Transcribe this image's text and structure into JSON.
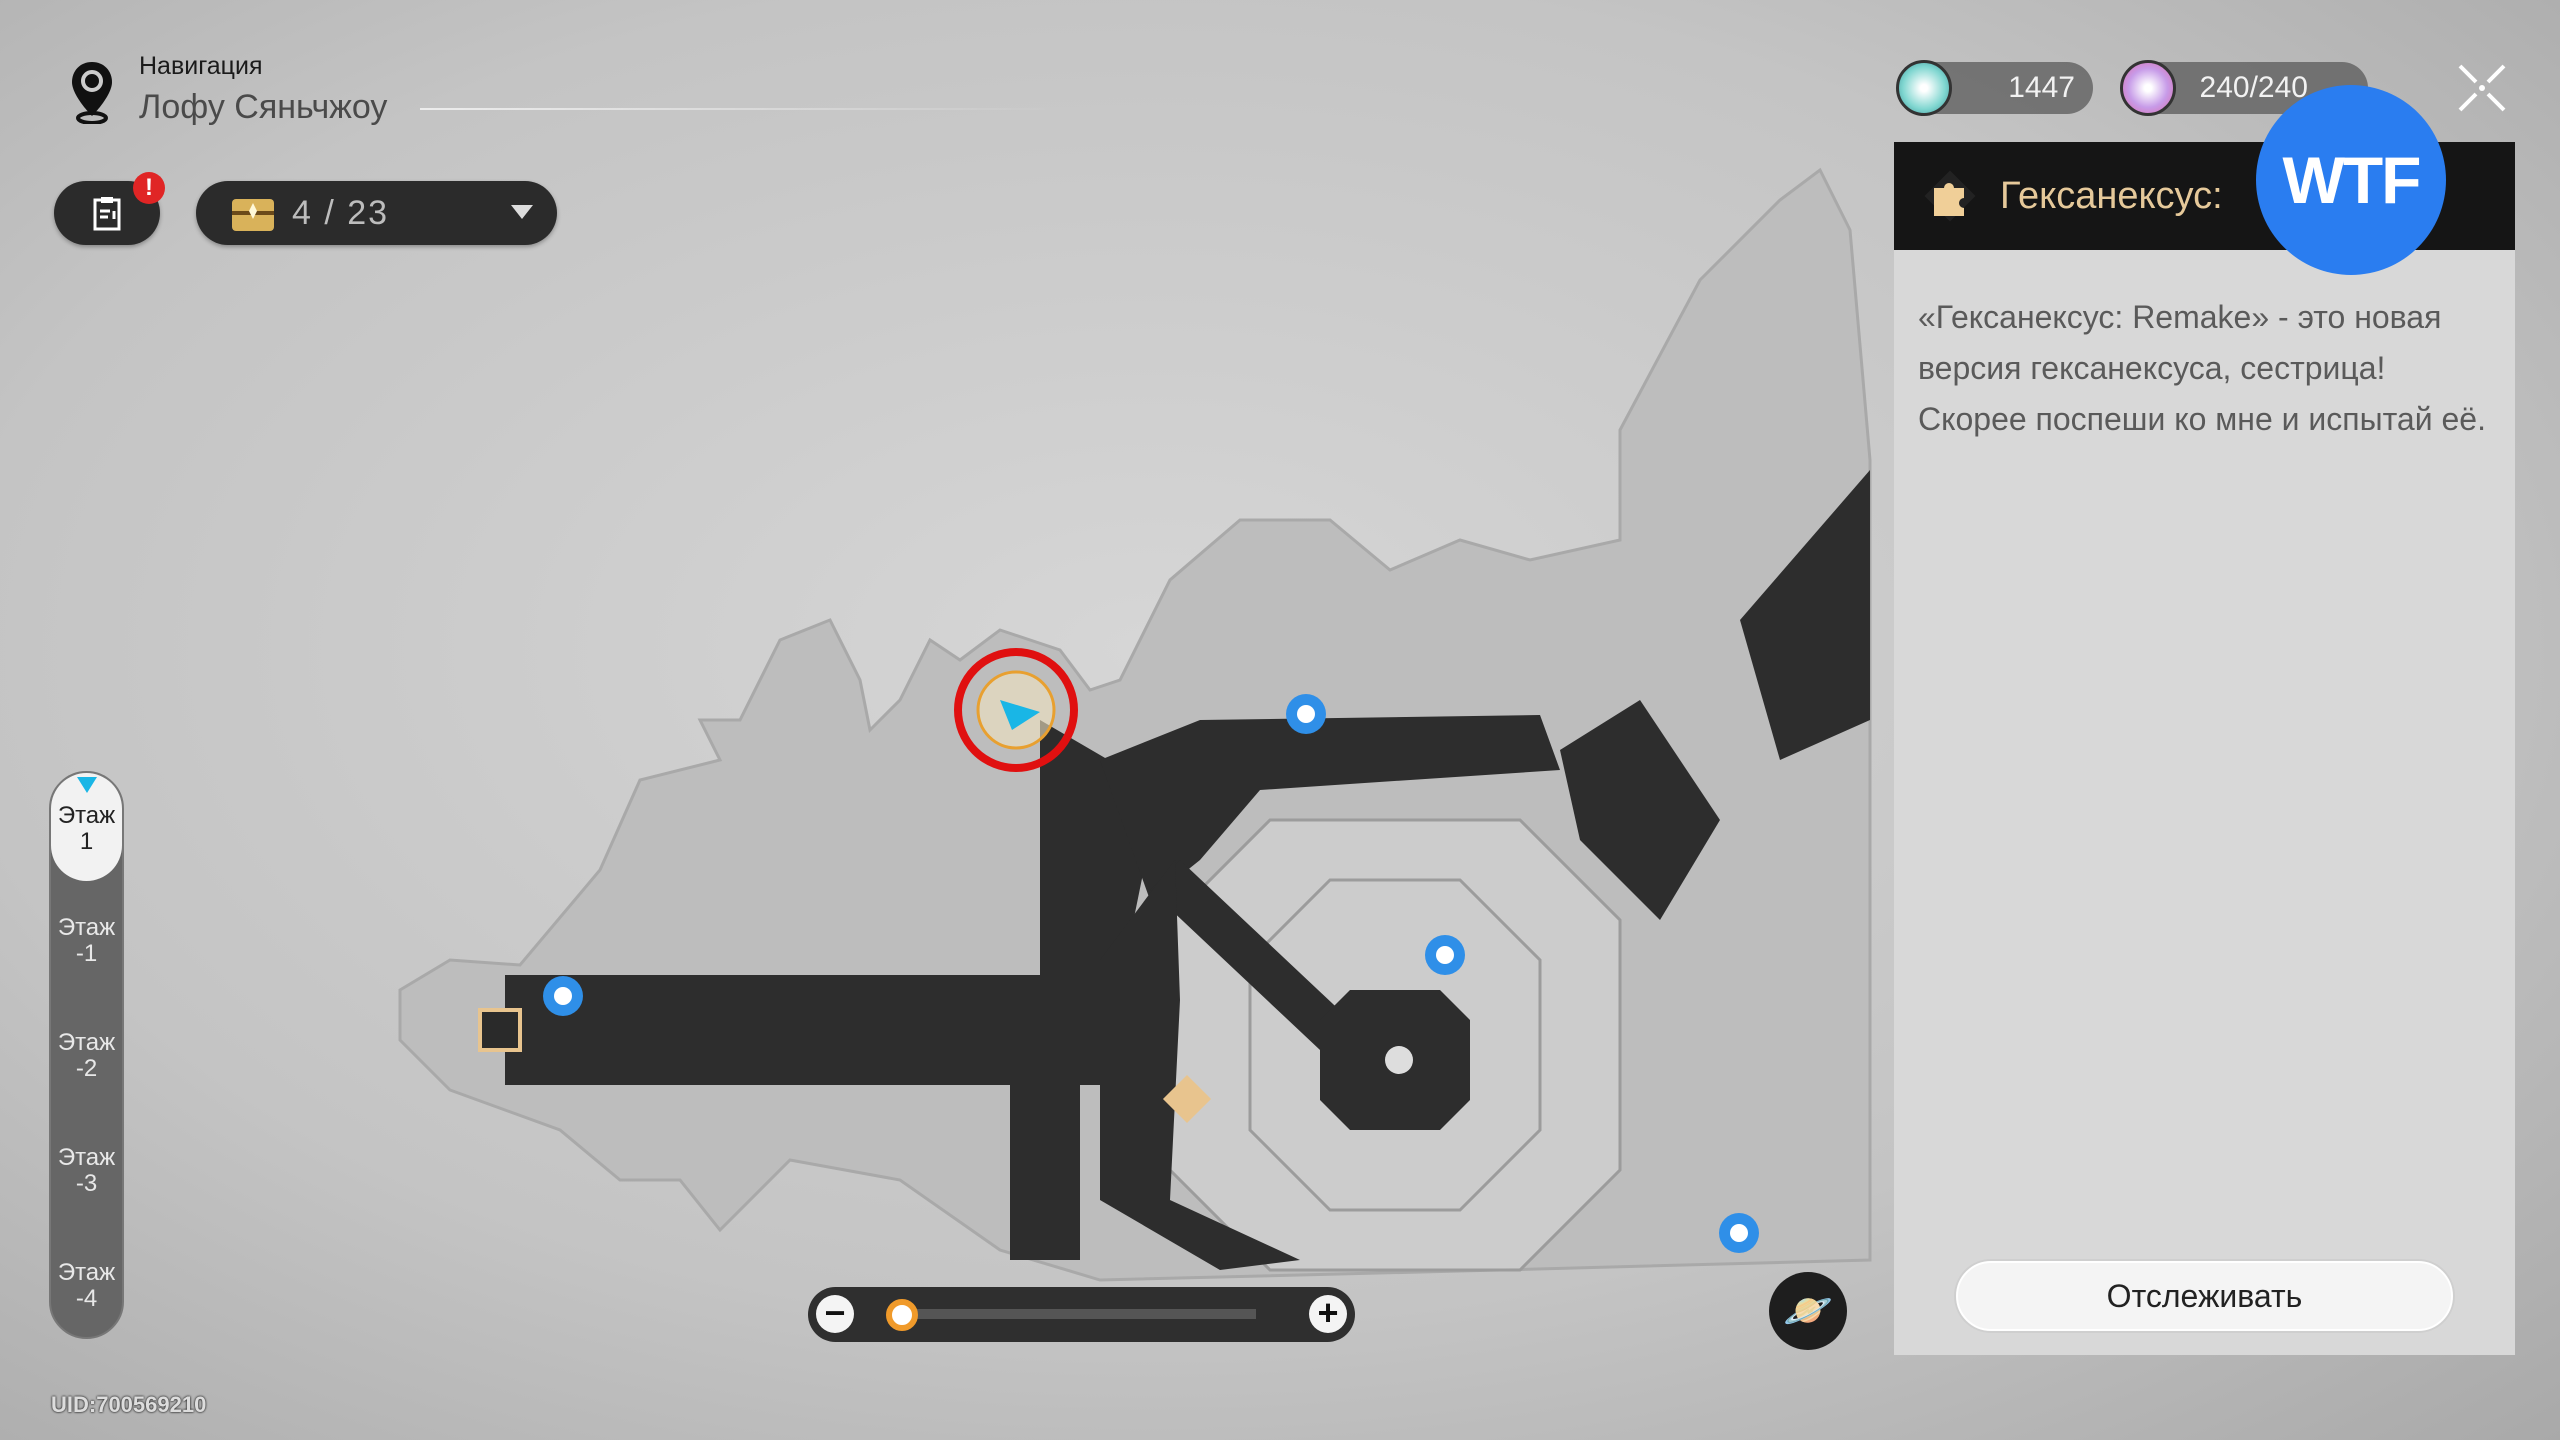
{
  "header": {
    "nav_label": "Навигация",
    "location": "Лофу Сяньчжоу"
  },
  "toolbar": {
    "chest_count": "4 / 23",
    "alert_badge": "!"
  },
  "currencies": [
    {
      "icon": "stellar-jade-icon",
      "value": "1447"
    },
    {
      "icon": "trailblaze-power-icon",
      "value": "240/240"
    }
  ],
  "panel": {
    "title": "Гексанексус:",
    "description": "«Гексанексус: Remake» - это новая версия гексанексуса, сестрица! Скорее поспеши ко мне и испытай её.",
    "track_label": "Отслеживать"
  },
  "overlay": {
    "stamp": "WTF",
    "color": "#2a7df0"
  },
  "floors": [
    {
      "label": "Этаж",
      "num": "1",
      "active": true
    },
    {
      "label": "Этаж",
      "num": "-1"
    },
    {
      "label": "Этаж",
      "num": "-2"
    },
    {
      "label": "Этаж",
      "num": "-3"
    },
    {
      "label": "Этаж",
      "num": "-4"
    }
  ],
  "zoom": {
    "minus": "−",
    "plus": "+",
    "level": 0.05
  },
  "uid": "UID:700569210",
  "colors": {
    "accent": "#f09a2a",
    "highlight": "#e02525",
    "teleport": "#2f8fe8"
  }
}
